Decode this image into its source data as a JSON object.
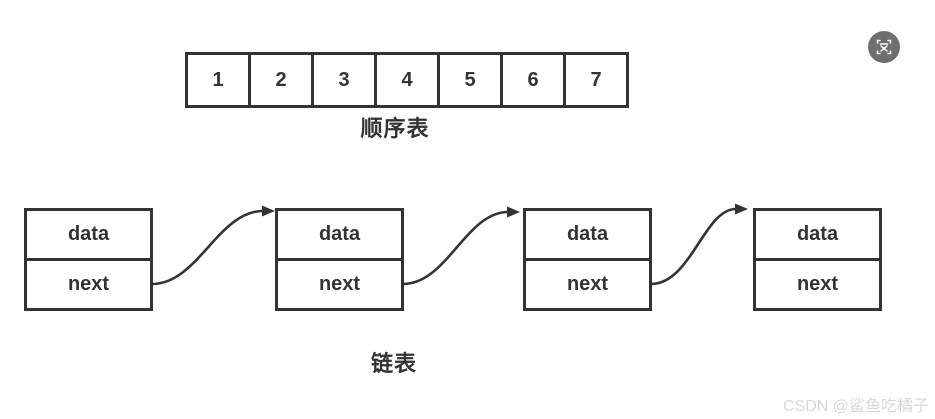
{
  "sequential_list": {
    "label": "顺序表",
    "cells": [
      "1",
      "2",
      "3",
      "4",
      "5",
      "6",
      "7"
    ]
  },
  "linked_list": {
    "label": "链表",
    "nodes": [
      {
        "data_label": "data",
        "next_label": "next"
      },
      {
        "data_label": "data",
        "next_label": "next"
      },
      {
        "data_label": "data",
        "next_label": "next"
      },
      {
        "data_label": "data",
        "next_label": "next"
      }
    ]
  },
  "toolbar": {
    "translate_button_icon": "scan-text-icon"
  },
  "watermark": {
    "text": "CSDN @鲨鱼吃橘子"
  },
  "colors": {
    "line": "#333333",
    "watermark_text": "#d9d9d9",
    "tool_button_bg": "#6e6e6e"
  }
}
